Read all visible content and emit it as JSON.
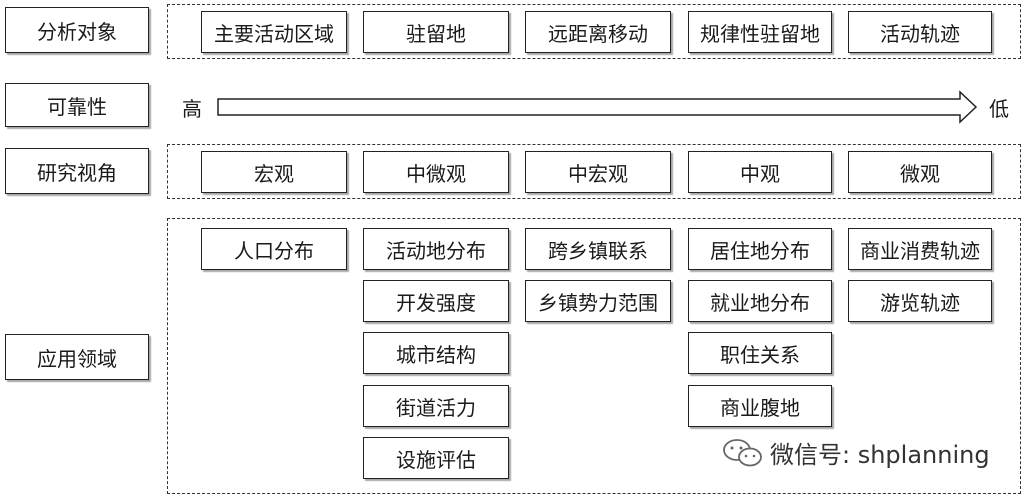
{
  "rows": {
    "objects": {
      "label": "分析对象",
      "items": [
        "主要活动区域",
        "驻留地",
        "远距离移动",
        "规律性驻留地",
        "活动轨迹"
      ]
    },
    "reliability": {
      "label": "可靠性",
      "high": "高",
      "low": "低"
    },
    "perspective": {
      "label": "研究视角",
      "items": [
        "宏观",
        "中微观",
        "中宏观",
        "中观",
        "微观"
      ]
    },
    "applications": {
      "label": "应用领域",
      "columns": [
        [
          "人口分布"
        ],
        [
          "活动地分布",
          "开发强度",
          "城市结构",
          "街道活力",
          "设施评估"
        ],
        [
          "跨乡镇联系",
          "乡镇势力范围"
        ],
        [
          "居住地分布",
          "就业地分布",
          "职住关系",
          "商业腹地"
        ],
        [
          "商业消费轨迹",
          "游览轨迹"
        ]
      ]
    }
  },
  "watermark": {
    "icon": "wechat-icon",
    "text": "微信号: shplanning"
  }
}
